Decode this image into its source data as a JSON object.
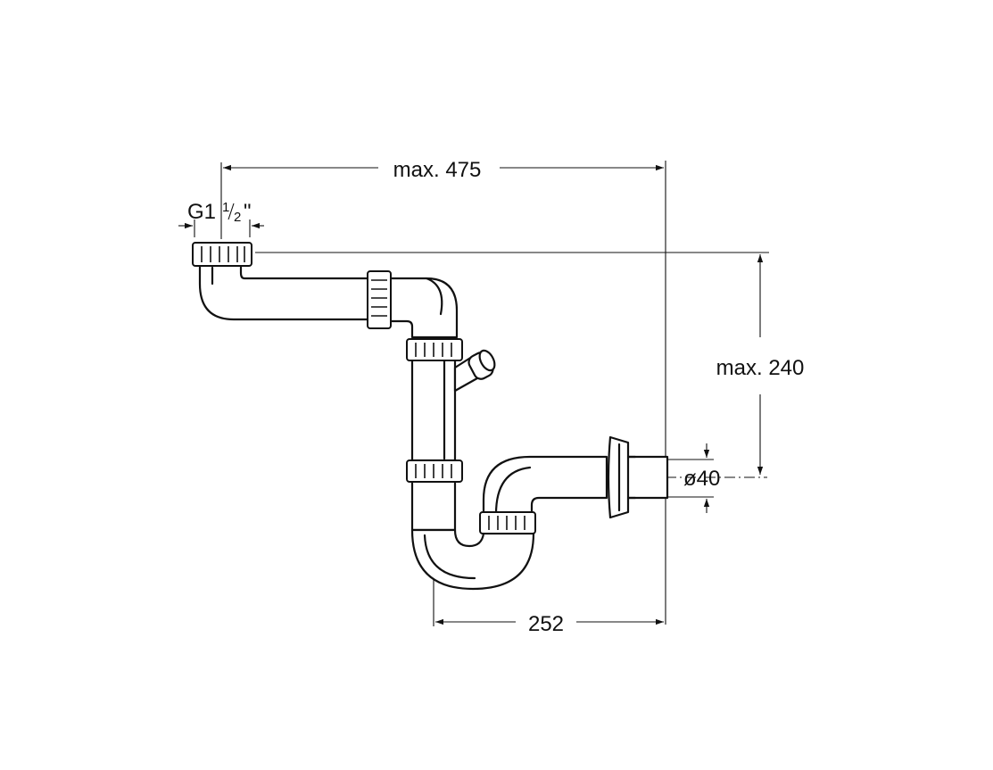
{
  "diagram": {
    "dimensions": {
      "max_width": "max. 475",
      "max_height": "max. 240",
      "outlet_diameter": "ø40",
      "offset": "252",
      "thread_main": "G1",
      "thread_frac_num": "1",
      "thread_frac_den": "2",
      "thread_inch": "\""
    },
    "colors": {
      "line": "#111111",
      "background": "#ffffff"
    }
  }
}
